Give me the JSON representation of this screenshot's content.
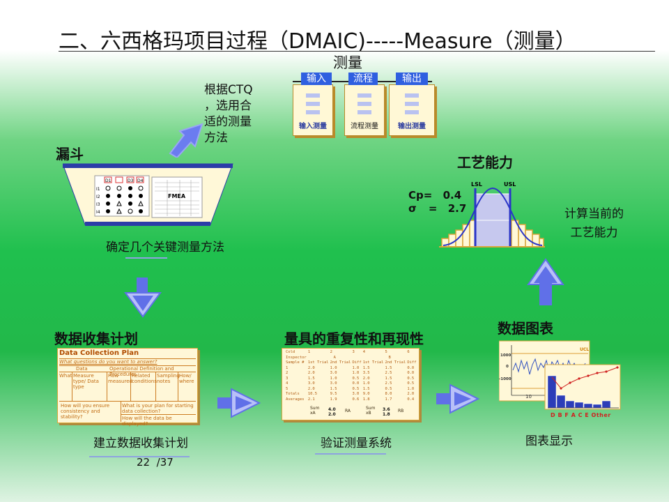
{
  "slide": {
    "title": "二、六西格玛项目过程（DMAIC)-----Measure（测量）",
    "page_number": "22",
    "page_total": "/37"
  },
  "measure": {
    "heading": "测量",
    "inputs": [
      "输入",
      "流程",
      "输出"
    ],
    "card_labels": [
      "输入测量",
      "流程测量",
      "输出测量"
    ]
  },
  "funnel": {
    "note": "根据CTQ，选用合适的测量方法",
    "note_lines": [
      "根据CTQ",
      "，选用合",
      "适的测量",
      "方法"
    ],
    "heading": "漏斗",
    "matrix_cols": [
      "D1",
      "D3",
      "D4"
    ],
    "matrix_rows": [
      "I1",
      "I2",
      "I3",
      "I4"
    ],
    "fmea_label": "FMEA",
    "caption": "确定几个关键测量方法"
  },
  "capability": {
    "heading": "工艺能力",
    "cp_label": "Cp=",
    "cp_value": "0.4",
    "sigma_label": "σ",
    "sigma_eq": "=",
    "sigma_value": "2.7",
    "lsl": "LSL",
    "usl": "USL",
    "note_lines": [
      "计算当前的",
      "工艺能力"
    ]
  },
  "data_plan": {
    "heading": "数据收集计划",
    "doc_title": "Data Collection  Plan",
    "question": "What questions do you want to answer?",
    "col_data": "Data",
    "col_op": "Operational Definition and Procedures",
    "sub_what": "What",
    "sub_measure": "Measure type/ Data type",
    "sub_how": "How measured",
    "sub_related": "Related conditions",
    "sub_sampling": "Sampling notes",
    "sub_howwhere": "How/ where",
    "q_ensure": "How will you ensure consistency and stability?",
    "q_plan": "What is your plan for starting data collection?",
    "q_display": "How will the data be displayed?",
    "caption": "建立数据收集计划"
  },
  "gauge": {
    "heading": "量具的重复性和再现性",
    "caption": "验证测量系统",
    "header_row": [
      "Cold",
      "1",
      "2",
      "3",
      "4",
      "5",
      "6"
    ],
    "inspector_row": [
      "Inspector",
      "A",
      "B"
    ],
    "sample_row": [
      "Sample #",
      "1st Trial",
      "2nd Trial",
      "Diff",
      "1st Trial",
      "2nd Trial",
      "Diff"
    ],
    "rows": [
      [
        "1",
        "2.0",
        "1.0",
        "1.0",
        "1.5",
        "1.5",
        "0.0"
      ],
      [
        "2",
        "2.0",
        "3.0",
        "1.0",
        "3.5",
        "2.5",
        "0.0"
      ],
      [
        "3",
        "1.5",
        "1.0",
        "0.5",
        "2.0",
        "1.5",
        "0.5"
      ],
      [
        "4",
        "3.0",
        "3.0",
        "0.0",
        "1.0",
        "2.5",
        "0.5"
      ],
      [
        "5",
        "2.0",
        "1.5",
        "0.5",
        "1.5",
        "0.5",
        "1.0"
      ],
      [
        "Totals",
        "10.5",
        "9.5",
        "3.0",
        "9.0",
        "8.0",
        "2.0"
      ],
      [
        "Averages",
        "2.1",
        "1.9",
        "0.6",
        "1.8",
        "1.7",
        "0.4"
      ]
    ],
    "sum_label": "Sum",
    "sum_a": [
      "4.0",
      "2.0"
    ],
    "sum_b": [
      "3.6",
      "1.8"
    ],
    "xa": "xA",
    "xb": "xB",
    "ra": "RA",
    "rb": "RB"
  },
  "charts": {
    "heading": "数据图表",
    "caption": "图表显示",
    "ucl": "UCL",
    "y_ticks": [
      "1000",
      "0",
      "-1000"
    ],
    "x_tick": "10",
    "pareto_cats": [
      "D",
      "B",
      "F",
      "A",
      "C",
      "E",
      "Other"
    ]
  }
}
